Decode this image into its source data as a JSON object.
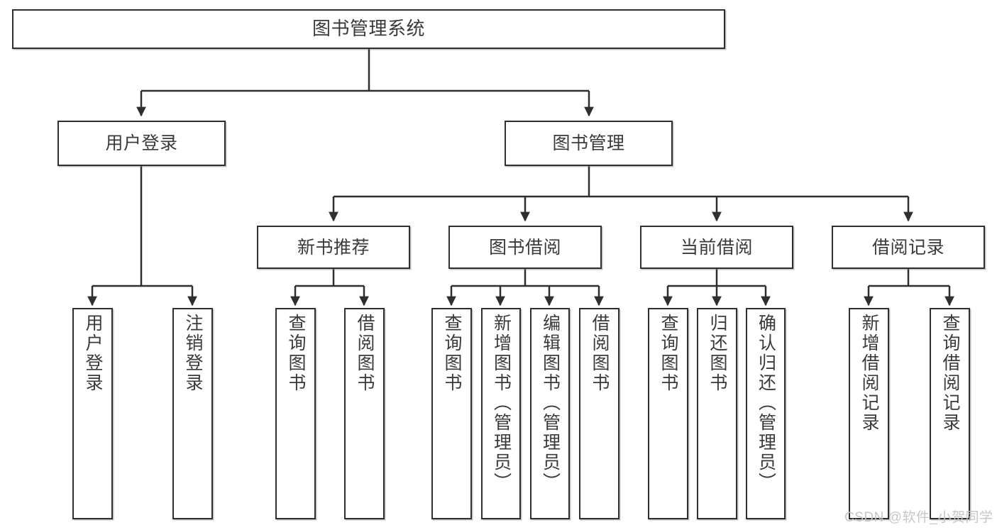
{
  "diagram": {
    "type": "tree-hierarchy-chart",
    "title": "图书管理系统",
    "watermark": "CSDN @软件_小贺同学",
    "colors": {
      "stroke": "#2f2f2f",
      "fill": "#ffffff",
      "text": "#3a3a3a",
      "watermark": "#c6c6c6"
    },
    "nodes": {
      "root": {
        "label": "图书管理系统"
      },
      "level2": [
        {
          "id": "user-login",
          "label": "用户登录"
        },
        {
          "id": "book-manage",
          "label": "图书管理"
        }
      ],
      "level3": [
        {
          "id": "new-book-recommend",
          "label": "新书推荐"
        },
        {
          "id": "book-borrow",
          "label": "图书借阅"
        },
        {
          "id": "current-borrow",
          "label": "当前借阅"
        },
        {
          "id": "borrow-record",
          "label": "借阅记录"
        }
      ],
      "leaves": {
        "user-login": [
          {
            "id": "leaf-user-login",
            "label": "用户登录"
          },
          {
            "id": "leaf-logout",
            "label": "注销登录"
          }
        ],
        "new-book-recommend": [
          {
            "id": "leaf-query-book-1",
            "label": "查询图书"
          },
          {
            "id": "leaf-borrow-book-1",
            "label": "借阅图书"
          }
        ],
        "book-borrow": [
          {
            "id": "leaf-query-book-2",
            "label": "查询图书"
          },
          {
            "id": "leaf-add-book",
            "label": "新增图书（管理员）"
          },
          {
            "id": "leaf-edit-book",
            "label": "编辑图书（管理员）"
          },
          {
            "id": "leaf-borrow-book-2",
            "label": "借阅图书"
          }
        ],
        "current-borrow": [
          {
            "id": "leaf-query-book-3",
            "label": "查询图书"
          },
          {
            "id": "leaf-return-book",
            "label": "归还图书"
          },
          {
            "id": "leaf-confirm-return",
            "label": "确认归还（管理员）"
          }
        ],
        "borrow-record": [
          {
            "id": "leaf-add-record",
            "label": "新增借阅记录"
          },
          {
            "id": "leaf-query-record",
            "label": "查询借阅记录"
          }
        ]
      }
    }
  }
}
